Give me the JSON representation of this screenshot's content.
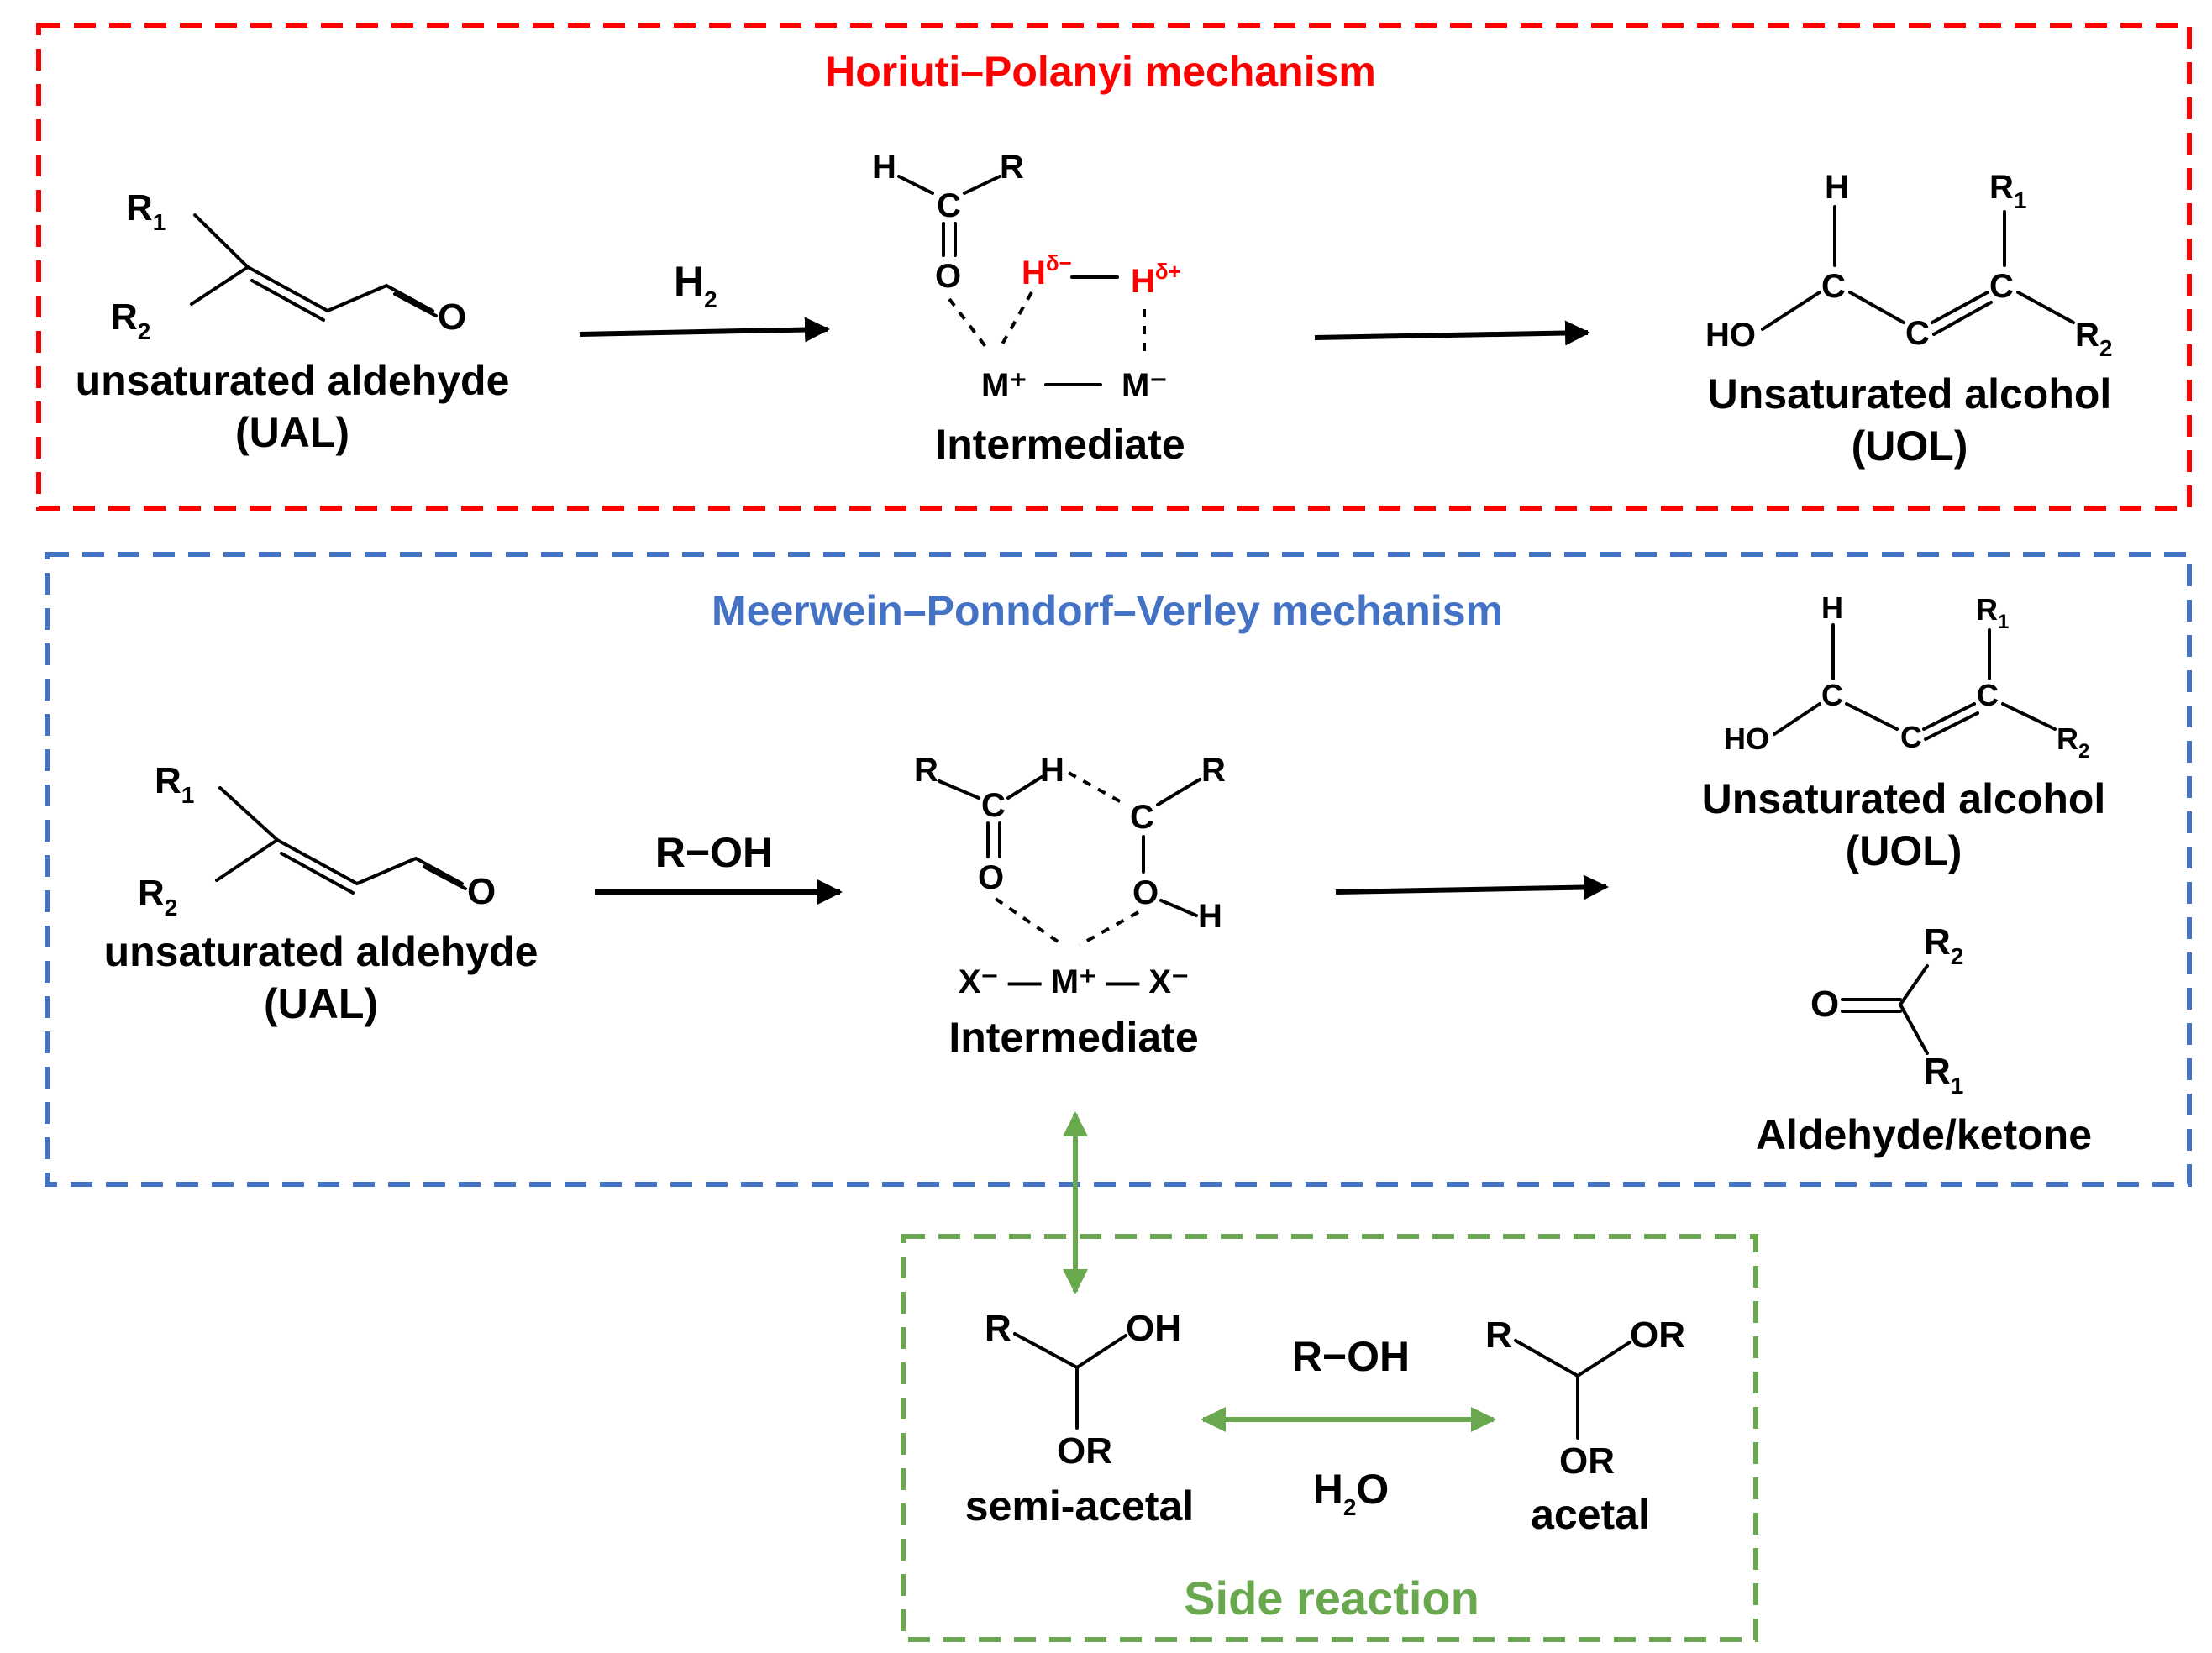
{
  "colors": {
    "hp": "#ff0000",
    "mpv": "#4472c4",
    "side": "#6aa84f",
    "ink": "#000000"
  },
  "hp": {
    "title": "Horiuti–Polanyi mechanism",
    "reagent": "H",
    "reagent_sub": "2",
    "substrate": {
      "name": "unsaturated aldehyde",
      "abbr": "(UAL)"
    },
    "intermediate": "Intermediate",
    "product": {
      "name": "Unsaturated alcohol",
      "abbr": "(UOL)"
    },
    "hydride": "δ−",
    "proton": "δ+",
    "metal_plus": "M⁺",
    "metal_minus": "M⁻"
  },
  "mpv": {
    "title": "Meerwein–Ponndorf–Verley mechanism",
    "reagent": "R−OH",
    "substrate": {
      "name": "unsaturated aldehyde",
      "abbr": "(UAL)"
    },
    "intermediate": "Intermediate",
    "metal_row": "X⁻ — M⁺ — X⁻",
    "product": {
      "name": "Unsaturated alcohol",
      "abbr": "(UOL)"
    },
    "byproduct": "Aldehyde/ketone"
  },
  "side": {
    "title": "Side reaction",
    "forward": "R−OH",
    "reverse_main": "H",
    "reverse_sub": "2",
    "reverse_tail": "O",
    "semi_acetal": {
      "name": "semi-acetal",
      "R": "R",
      "OH": "OH",
      "OR": "OR"
    },
    "acetal": {
      "name": "acetal",
      "R": "R",
      "OR_top": "OR",
      "OR_bottom": "OR"
    }
  }
}
